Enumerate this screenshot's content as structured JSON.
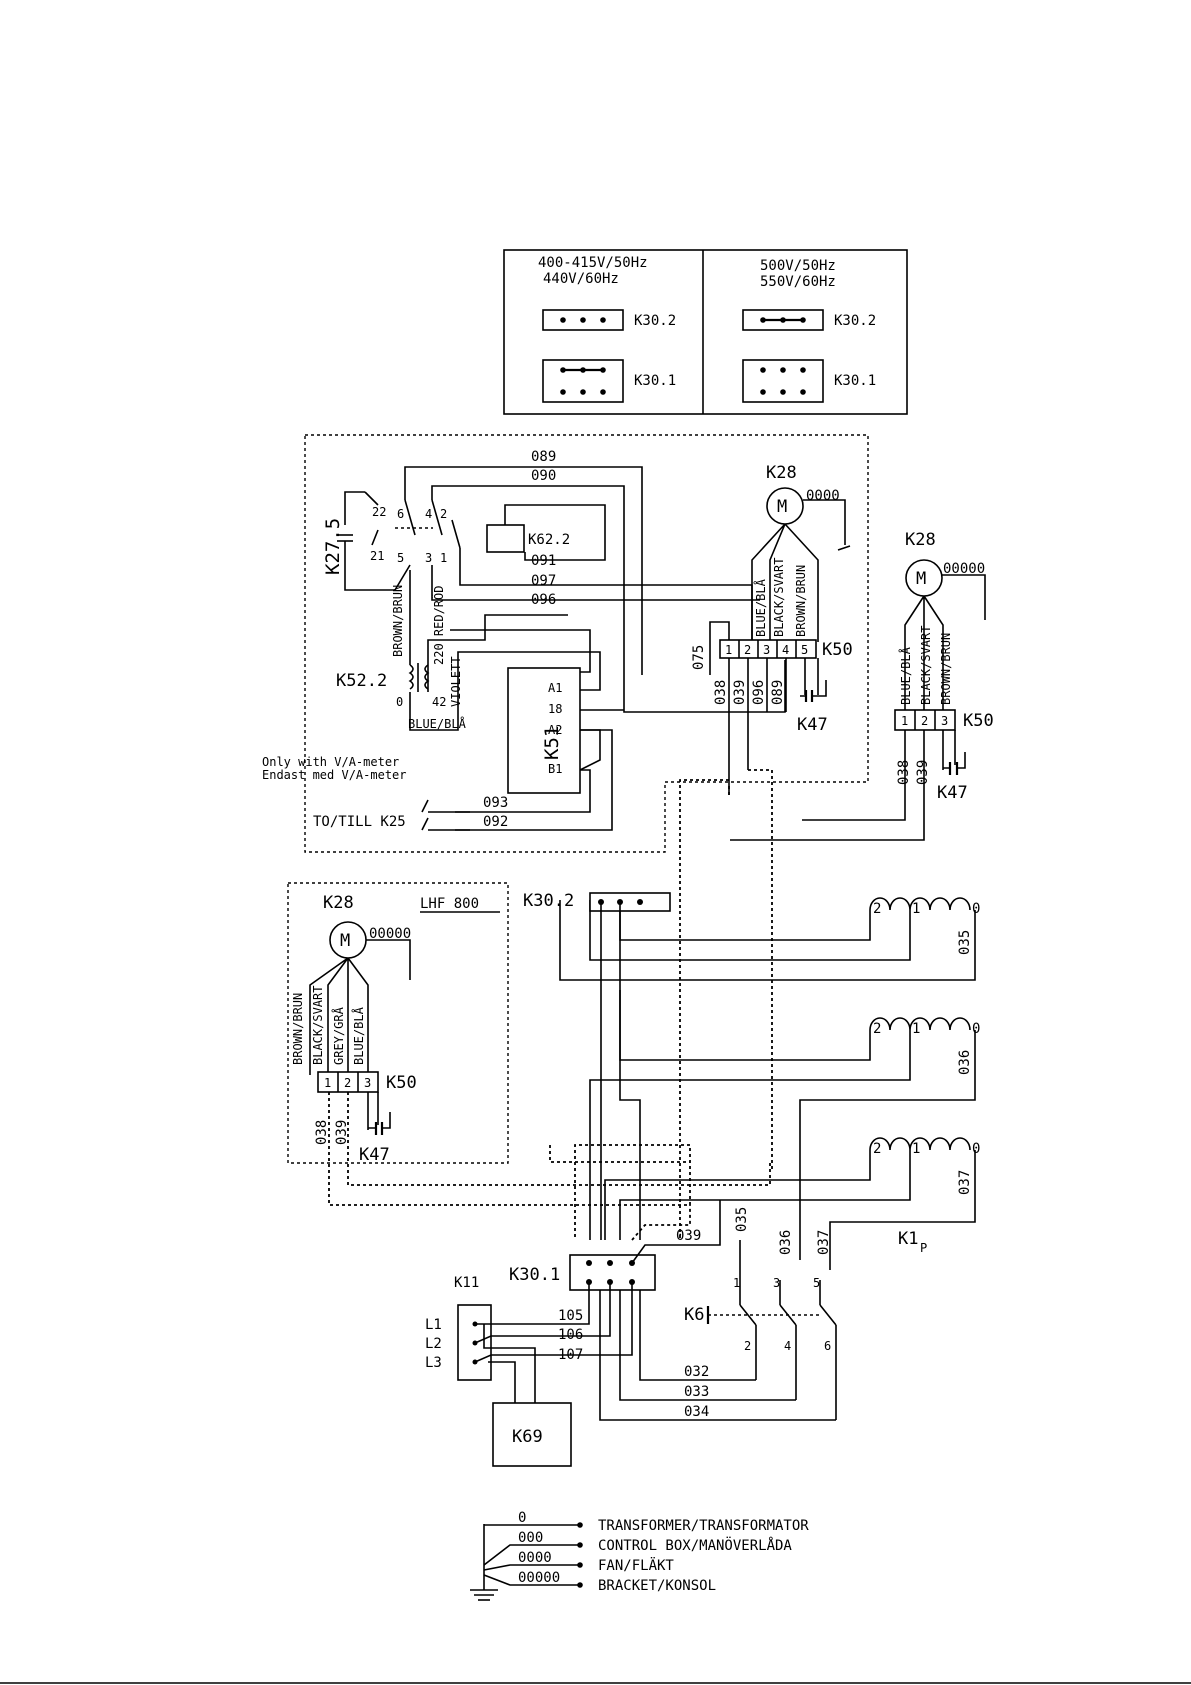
{
  "voltage_table": {
    "left_head_1": "400-415V/50Hz",
    "left_head_2": "440V/60Hz",
    "right_head_1": "500V/50Hz",
    "right_head_2": "550V/60Hz",
    "k30_2": "K30.2",
    "k30_1": "K30.1"
  },
  "control_box": {
    "k27_5": "K27.5",
    "k62_2": "K62.2",
    "k52_2": "K52.2",
    "k51": "K51",
    "k28": "K28",
    "k50": "K50",
    "k47": "K47",
    "motor": "M",
    "fan_ground": "0000",
    "wires_top": [
      "089",
      "090",
      "091",
      "097",
      "096"
    ],
    "wires_bottom": [
      "075",
      "038",
      "039",
      "096",
      "089"
    ],
    "k50_pins": [
      "1",
      "2",
      "3",
      "4",
      "5"
    ],
    "k51_pins": [
      "A1",
      "18",
      "A2",
      "B1"
    ],
    "relay_contacts": [
      "22",
      "21",
      "6",
      "5",
      "4",
      "3",
      "2",
      "1"
    ],
    "motor_wires": [
      "BLUE/BLÅ",
      "BLACK/SVART",
      "BROWN/BRUN"
    ],
    "transformer_wires": [
      "BROWN/BRUN",
      "220 RED/RÖD",
      "VIOLETT",
      "BLUE/BLÅ"
    ],
    "transformer_taps": [
      "0",
      "42"
    ],
    "vameter_1": "Only with V/A-meter",
    "vameter_2": "Endast med V/A-meter",
    "to_k25": "TO/TILL K25",
    "wire_093": "093",
    "wire_092": "092"
  },
  "right_fan": {
    "k28": "K28",
    "motor": "M",
    "ground": "00000",
    "motor_wires": [
      "BLUE/BLÅ",
      "BLACK/SVART",
      "BROWN/BRUN"
    ],
    "k50": "K50",
    "pins": [
      "1",
      "2",
      "3"
    ],
    "wires": [
      "038",
      "039"
    ],
    "k47": "K47"
  },
  "lhf_fan": {
    "k28": "K28",
    "lhf": "LHF 800",
    "motor": "M",
    "ground": "00000",
    "motor_wires": [
      "BROWN/BRUN",
      "BLACK/SVART",
      "GREY/GRÅ",
      "BLUE/BLÅ"
    ],
    "k50": "K50",
    "pins": [
      "1",
      "2",
      "3"
    ],
    "wires": [
      "038",
      "039"
    ],
    "k47": "K47"
  },
  "transformers": [
    {
      "taps": [
        "2",
        "1",
        "0"
      ],
      "wire": "035"
    },
    {
      "taps": [
        "2",
        "1",
        "0"
      ],
      "wire": "036"
    },
    {
      "taps": [
        "2",
        "1",
        "0"
      ],
      "wire": "037"
    }
  ],
  "power": {
    "k30_2": "K30.2",
    "k30_1": "K30.1",
    "k11": "K11",
    "phases": [
      "L1",
      "L2",
      "L3"
    ],
    "wires_in": [
      "105",
      "106",
      "107"
    ],
    "k69": "K69",
    "k6": "K6",
    "k1": "K1",
    "k1_sub": "P",
    "wire_039": "039",
    "contactor_top": [
      "035",
      "036",
      "037"
    ],
    "contactor_poles_top": [
      "1",
      "3",
      "5"
    ],
    "contactor_poles_bottom": [
      "2",
      "4",
      "6"
    ],
    "wires_out": [
      "032",
      "033",
      "034"
    ]
  },
  "legend": [
    {
      "code": "0",
      "label": "TRANSFORMER/TRANSFORMATOR"
    },
    {
      "code": "000",
      "label": "CONTROL BOX/MANÖVERLÅDA"
    },
    {
      "code": "0000",
      "label": "FAN/FLÄKT"
    },
    {
      "code": "00000",
      "label": "BRACKET/KONSOL"
    }
  ]
}
